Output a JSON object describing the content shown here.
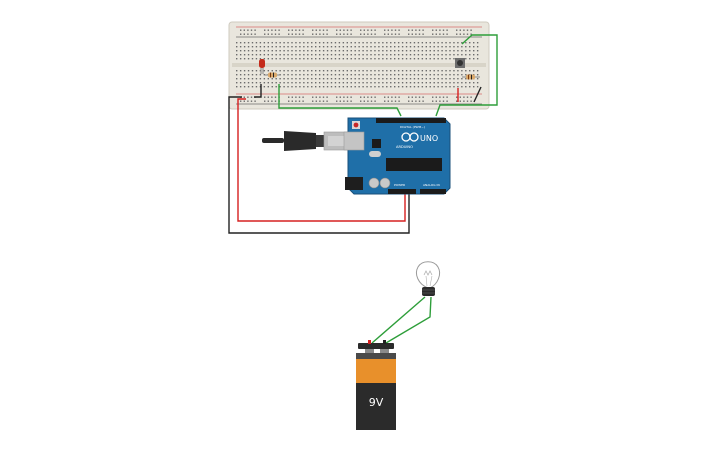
{
  "canvas": {
    "background": "#ffffff"
  },
  "colors": {
    "breadboard": "#e9e6dd",
    "breadboard_hole": "#6b6b6b",
    "rail_red": "#d03030",
    "rail_black": "#303030",
    "arduino_board": "#1f6fa8",
    "arduino_dark": "#184f7a",
    "wire_green": "#2e9e3a",
    "wire_red": "#d62020",
    "wire_black": "#222222",
    "led_red": "#c42a1a",
    "resistor": "#d9a86b",
    "battery_body": "#2b2b2b",
    "battery_orange": "#e8902b",
    "battery_terminal": "#555555",
    "usb_plug": "#2a2a2a",
    "usb_metal": "#bdbdbd"
  },
  "arduino": {
    "model": "UNO",
    "maker": "ARDUINO",
    "labels": {
      "digital": "DIGITAL (PWM~)",
      "power": "POWER",
      "analog": "ANALOG IN"
    }
  },
  "battery": {
    "label": "9V"
  },
  "components": {
    "breadboard": "breadboard",
    "led": "red-led",
    "resistor_left": "resistor",
    "resistor_right": "resistor",
    "pushbutton": "pushbutton",
    "bulb": "light-bulb-icon",
    "usb_cable": "usb-cable"
  }
}
